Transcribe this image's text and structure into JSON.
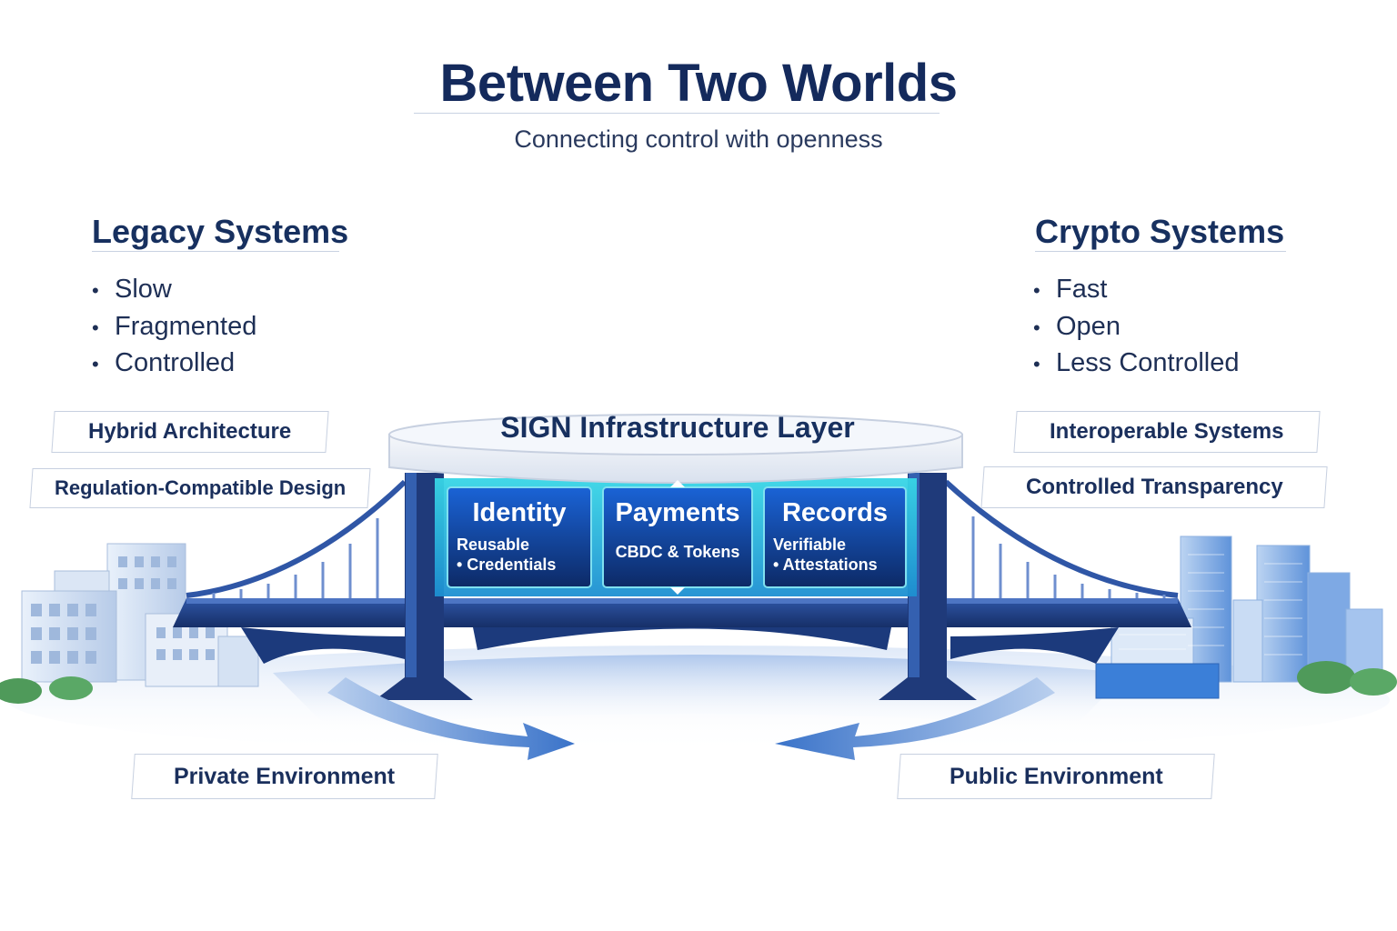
{
  "title": "Between Two Worlds",
  "subtitle": "Connecting control with openness",
  "legacy": {
    "heading": "Legacy Systems",
    "bullets": [
      "Slow",
      "Fragmented",
      "Controlled"
    ]
  },
  "crypto": {
    "heading": "Crypto Systems",
    "bullets": [
      "Fast",
      "Open",
      "Less Controlled"
    ]
  },
  "left_tags": [
    "Hybrid Architecture",
    "Regulation-Compatible Design"
  ],
  "right_tags": [
    "Interoperable Systems",
    "Controlled Transparency"
  ],
  "infrastructure": {
    "label": "SIGN Infrastructure Layer",
    "panels": [
      {
        "title": "Identity",
        "lines": [
          "Reusable",
          "• Credentials"
        ]
      },
      {
        "title": "Payments",
        "lines": [
          "CBDC & Tokens"
        ]
      },
      {
        "title": "Records",
        "lines": [
          "Verifiable",
          "• Attestations"
        ]
      }
    ]
  },
  "environments": {
    "private": "Private Environment",
    "public": "Public Environment"
  },
  "colors": {
    "navy": "#142a5c",
    "bridge_dark": "#1f3a7a",
    "bridge_mid": "#2e59b3",
    "panel_blue": "#1456c8",
    "glow_teal": "#22c4d8"
  },
  "bullet_glyph": "•"
}
